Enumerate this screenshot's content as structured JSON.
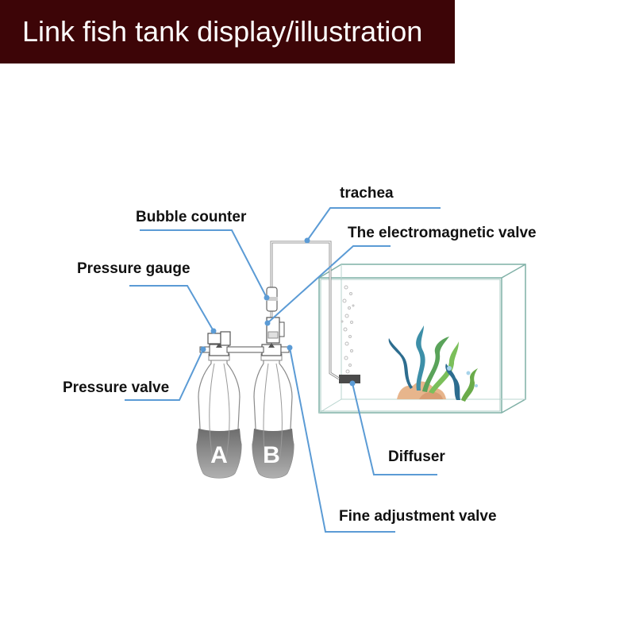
{
  "title": "Link fish tank display/illustration",
  "colors": {
    "banner": "#3d0507",
    "leader": "#5b9bd5",
    "tank": "#7fb0a6",
    "water": "#8a8a8a"
  },
  "labels": {
    "trachea": "trachea",
    "bubble_counter": "Bubble counter",
    "electromagnetic_valve": "The electromagnetic valve",
    "pressure_gauge": "Pressure gauge",
    "pressure_valve": "Pressure valve",
    "diffuser": "Diffuser",
    "fine_adjustment_valve": "Fine adjustment valve"
  },
  "bottles": {
    "a": "A",
    "b": "B"
  }
}
